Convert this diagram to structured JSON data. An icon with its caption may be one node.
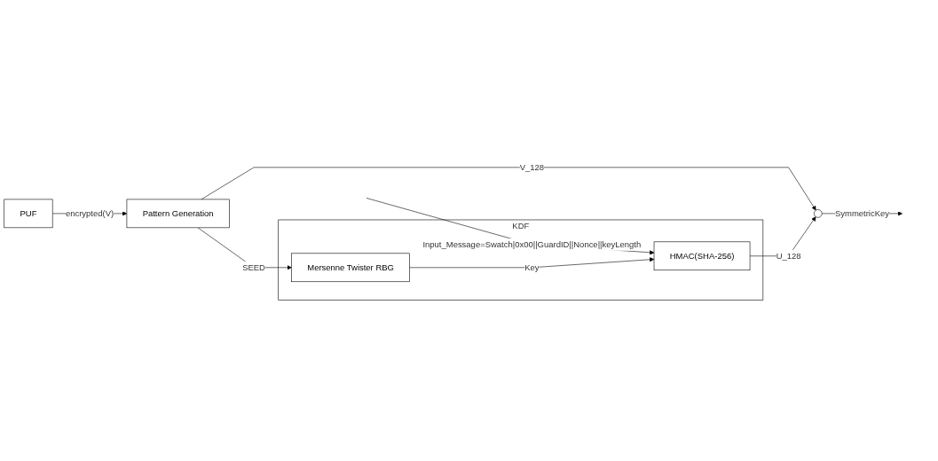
{
  "diagram": {
    "nodes": [
      {
        "text": [
          "PUF"
        ]
      },
      {
        "text": [
          "Pattern Generation"
        ]
      },
      {
        "text": [],
        "shape": "circle"
      },
      {
        "text": [
          "KDF"
        ]
      },
      {
        "text": [
          "HMAC(SHA-256)"
        ],
        "in": 3
      },
      {
        "text": [
          "Mersenne Twister RBG"
        ],
        "in": 3
      }
    ],
    "edges": [
      {
        "from": 0,
        "to": 1,
        "arrow": "to",
        "label": "encrypted(V)"
      },
      {
        "from": 1,
        "to": 2,
        "arrow": "to",
        "label": "V_128"
      },
      {
        "from": 2,
        "to": null,
        "arrow": "to",
        "label": "SymmetricKey"
      },
      {
        "from": 4,
        "to": 2,
        "arrow": "to",
        "label": "U_128"
      },
      {
        "from": null,
        "to": 4,
        "arrow": "to",
        "label": "Input_Message=Swatch|0x00||GuardID||Nonce||keyLength"
      },
      {
        "from": 5,
        "to": 4,
        "arrow": "to",
        "label": "Key"
      },
      {
        "from": 1,
        "to": 5,
        "arrow": "to",
        "label": "SEED"
      }
    ]
  }
}
